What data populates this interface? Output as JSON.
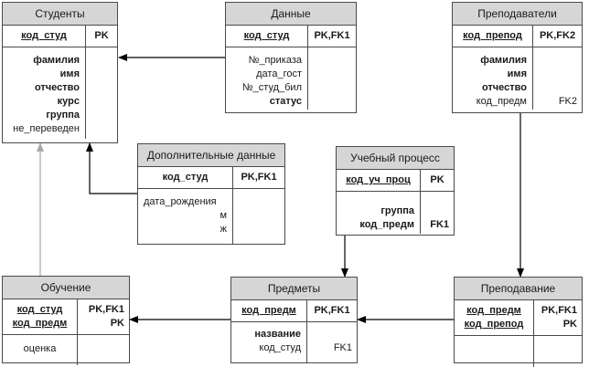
{
  "entities": {
    "students": {
      "title": "Студенты",
      "pk_attrs": [
        "код_студ"
      ],
      "pk_keys": [
        "PK"
      ],
      "attrs": [
        "фамилия",
        "имя",
        "отчество",
        "курс",
        "группа",
        "не_переведен"
      ],
      "attr_keys": []
    },
    "data": {
      "title": "Данные",
      "pk_attrs": [
        "код_студ"
      ],
      "pk_keys": [
        "PK,FK1"
      ],
      "attrs": [
        "№_приказа",
        "дата_гост",
        "№_студ_бил",
        "статус"
      ],
      "attr_keys": []
    },
    "teachers": {
      "title": "Преподаватели",
      "pk_attrs": [
        "код_препод"
      ],
      "pk_keys": [
        "PK,FK2"
      ],
      "attrs": [
        "фамилия",
        "имя",
        "отчество",
        "код_предм"
      ],
      "attr_keys": [
        "FK2"
      ]
    },
    "extra": {
      "title": "Дополнительные данные",
      "pk_attrs": [
        "код_студ"
      ],
      "pk_keys": [
        "PK,FK1"
      ],
      "attrs": [
        "дата_рождения",
        "м",
        "ж"
      ],
      "attr_keys": []
    },
    "process": {
      "title": "Учебный процесс",
      "pk_attrs": [
        "код_уч_проц"
      ],
      "pk_keys": [
        "PK"
      ],
      "attrs": [
        "группа",
        "код_предм"
      ],
      "attr_keys": [
        "FK1"
      ]
    },
    "study": {
      "title": "Обучение",
      "pk_attrs": [
        "код_студ",
        "код_предм"
      ],
      "pk_keys": [
        "PK,FK1",
        "PK"
      ],
      "attrs": [
        "оценка"
      ],
      "attr_keys": []
    },
    "subjects": {
      "title": "Предметы",
      "pk_attrs": [
        "код_предм"
      ],
      "pk_keys": [
        "PK,FK1"
      ],
      "attrs": [
        "название",
        "код_студ"
      ],
      "attr_keys": [
        "FK1"
      ]
    },
    "teaching": {
      "title": "Преподавание",
      "pk_attrs": [
        "код_предм",
        "код_препод"
      ],
      "pk_keys": [
        "PK,FK1",
        "PK"
      ],
      "attrs": [],
      "attr_keys": []
    }
  },
  "colors": {
    "header": "#d6d6d6",
    "line": "#000000",
    "line_light": "#a8a8a8"
  }
}
